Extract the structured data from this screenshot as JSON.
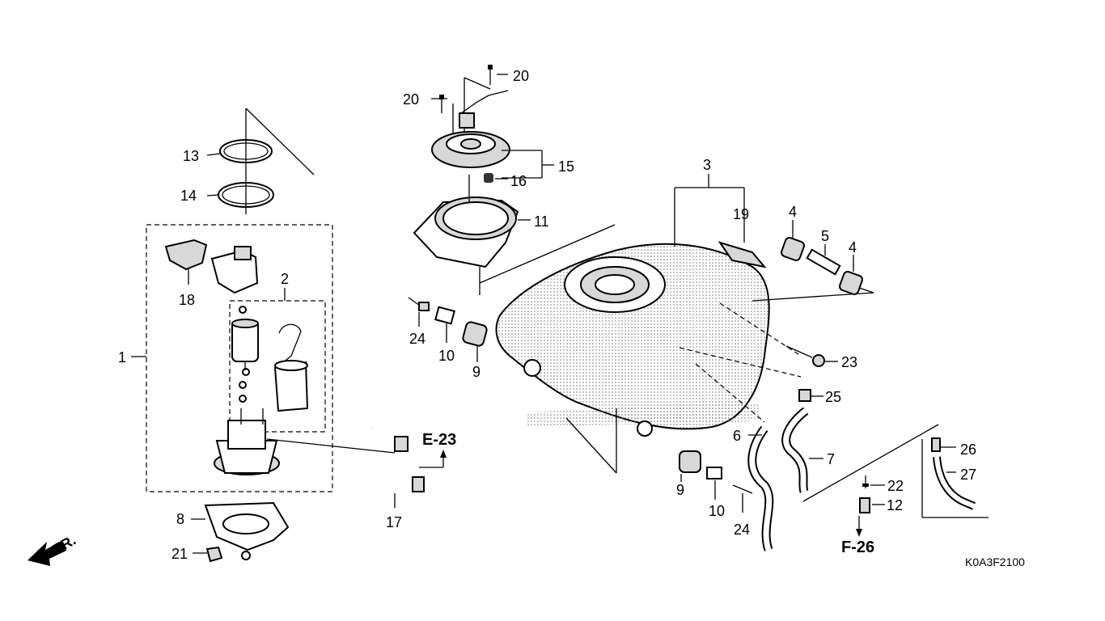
{
  "diagram": {
    "drawing_code": "K0A3F2100",
    "direction_label": "FR.",
    "references": [
      "E-23",
      "F-26"
    ],
    "callouts": [
      {
        "id": "c1",
        "text": "1"
      },
      {
        "id": "c2",
        "text": "2"
      },
      {
        "id": "c3",
        "text": "3"
      },
      {
        "id": "c4a",
        "text": "4"
      },
      {
        "id": "c4b",
        "text": "4"
      },
      {
        "id": "c5",
        "text": "5"
      },
      {
        "id": "c6",
        "text": "6"
      },
      {
        "id": "c7",
        "text": "7"
      },
      {
        "id": "c8",
        "text": "8"
      },
      {
        "id": "c9a",
        "text": "9"
      },
      {
        "id": "c9b",
        "text": "9"
      },
      {
        "id": "c10a",
        "text": "10"
      },
      {
        "id": "c10b",
        "text": "10"
      },
      {
        "id": "c11",
        "text": "11"
      },
      {
        "id": "c12",
        "text": "12"
      },
      {
        "id": "c13",
        "text": "13"
      },
      {
        "id": "c14",
        "text": "14"
      },
      {
        "id": "c15",
        "text": "15"
      },
      {
        "id": "c16",
        "text": "16"
      },
      {
        "id": "c17",
        "text": "17"
      },
      {
        "id": "c18",
        "text": "18"
      },
      {
        "id": "c19",
        "text": "19"
      },
      {
        "id": "c20a",
        "text": "20"
      },
      {
        "id": "c20b",
        "text": "20"
      },
      {
        "id": "c21",
        "text": "21"
      },
      {
        "id": "c22",
        "text": "22"
      },
      {
        "id": "c23",
        "text": "23"
      },
      {
        "id": "c24a",
        "text": "24"
      },
      {
        "id": "c24b",
        "text": "24"
      },
      {
        "id": "c25",
        "text": "25"
      },
      {
        "id": "c26",
        "text": "26"
      },
      {
        "id": "c27",
        "text": "27"
      }
    ]
  }
}
